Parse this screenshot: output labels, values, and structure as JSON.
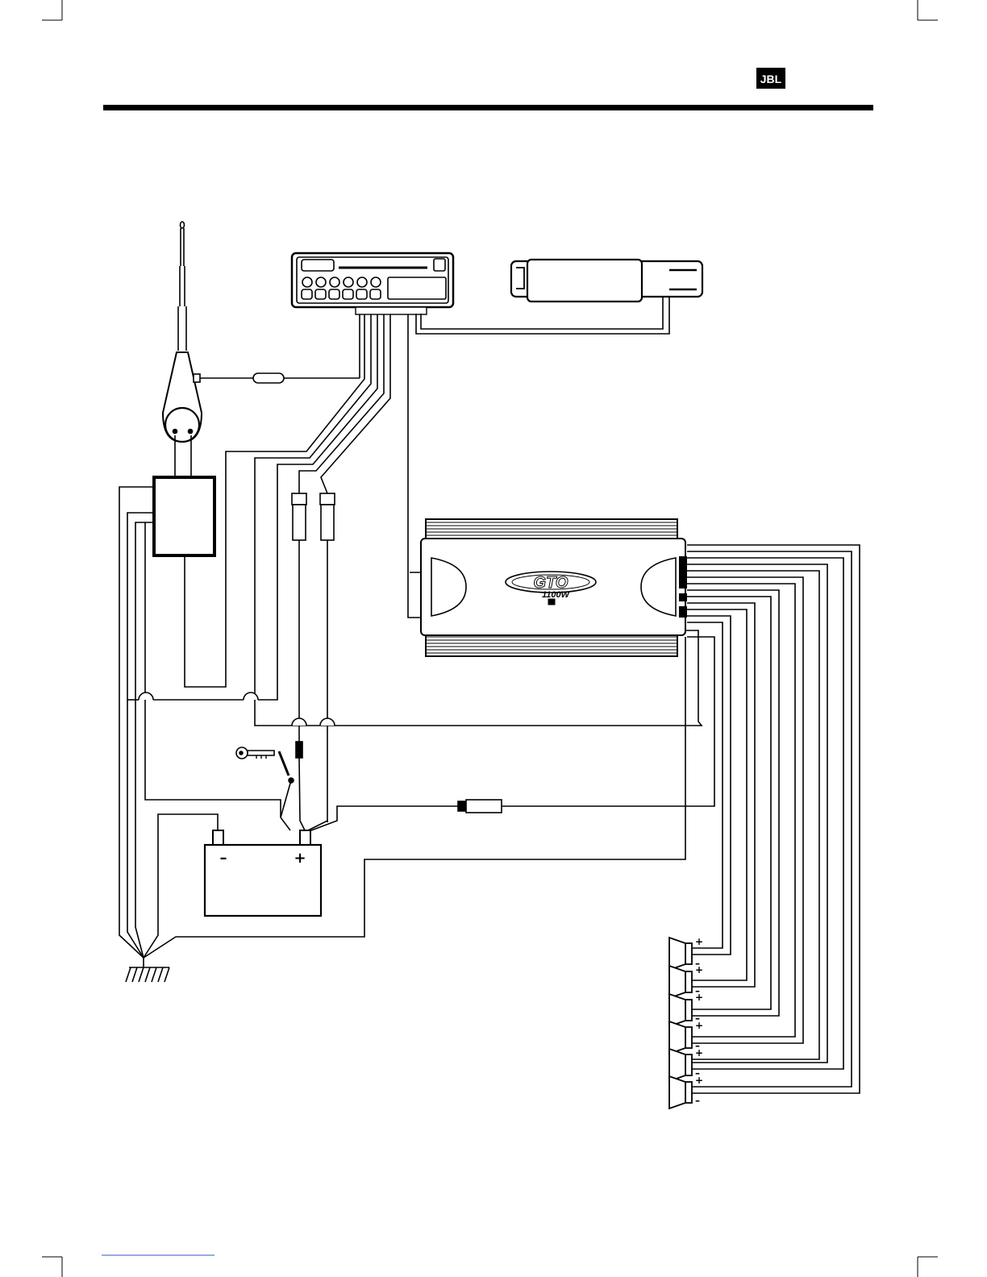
{
  "header": {
    "logo_text": "JBL"
  },
  "amplifier": {
    "model_text": "GTO",
    "power_text": "1100W"
  },
  "battery": {
    "negative_symbol": "–",
    "positive_symbol": "+"
  },
  "speakers": [
    {
      "plus": "+",
      "minus": "–"
    },
    {
      "plus": "+",
      "minus": "–"
    },
    {
      "plus": "+",
      "minus": "–"
    },
    {
      "plus": "+",
      "minus": "–"
    },
    {
      "plus": "+",
      "minus": "–"
    },
    {
      "plus": "+",
      "minus": "–"
    }
  ],
  "colors": {
    "ink": "#000000",
    "background": "#ffffff",
    "footer_link": "#3355cc"
  }
}
